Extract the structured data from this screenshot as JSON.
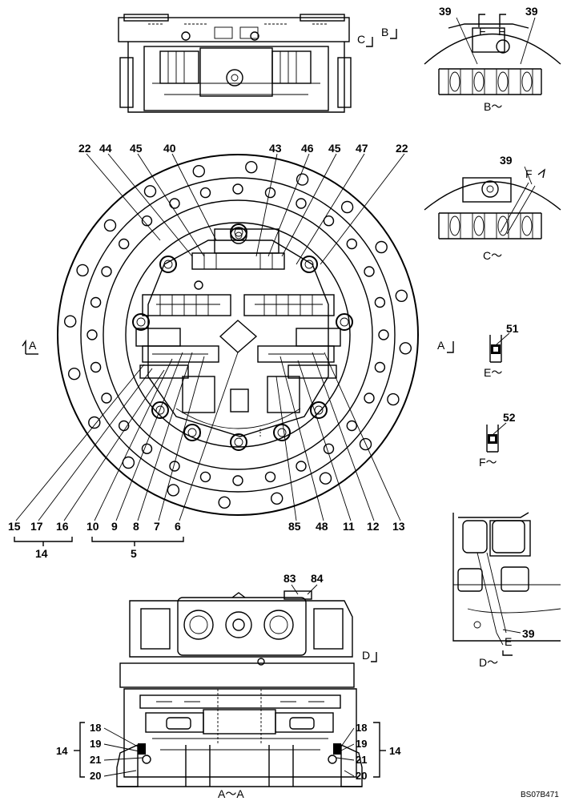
{
  "drawing_id": "BS07B471",
  "views": {
    "section_a": "A～A",
    "view_b": "B～",
    "view_c": "C～",
    "view_d": "D～",
    "view_e": "E～",
    "view_f": "F～"
  },
  "markers": {
    "A_left": "A",
    "A_right": "A",
    "B": "B",
    "C": "C",
    "D": "D",
    "E": "E",
    "F1": "F",
    "F2": "F",
    "F_c": "F"
  },
  "callouts": {
    "top_row": [
      "22",
      "44",
      "45",
      "40",
      "43",
      "46",
      "45",
      "47",
      "22"
    ],
    "bottom_row_left": [
      "15",
      "17",
      "16",
      "10",
      "9",
      "8",
      "7",
      "6"
    ],
    "bottom_row_right": [
      "85",
      "48",
      "11",
      "12",
      "13"
    ],
    "group_14": "14",
    "group_5": "5",
    "view_b_left": "39",
    "view_b_right": "39",
    "view_c": "39",
    "view_d": "39",
    "view_e": "51",
    "view_f": "52",
    "top_section": [
      "83",
      "84"
    ],
    "section_left": [
      "18",
      "19",
      "21",
      "20"
    ],
    "section_left_group": "14",
    "section_right": [
      "18",
      "19",
      "21",
      "20"
    ],
    "section_right_group": "14"
  }
}
